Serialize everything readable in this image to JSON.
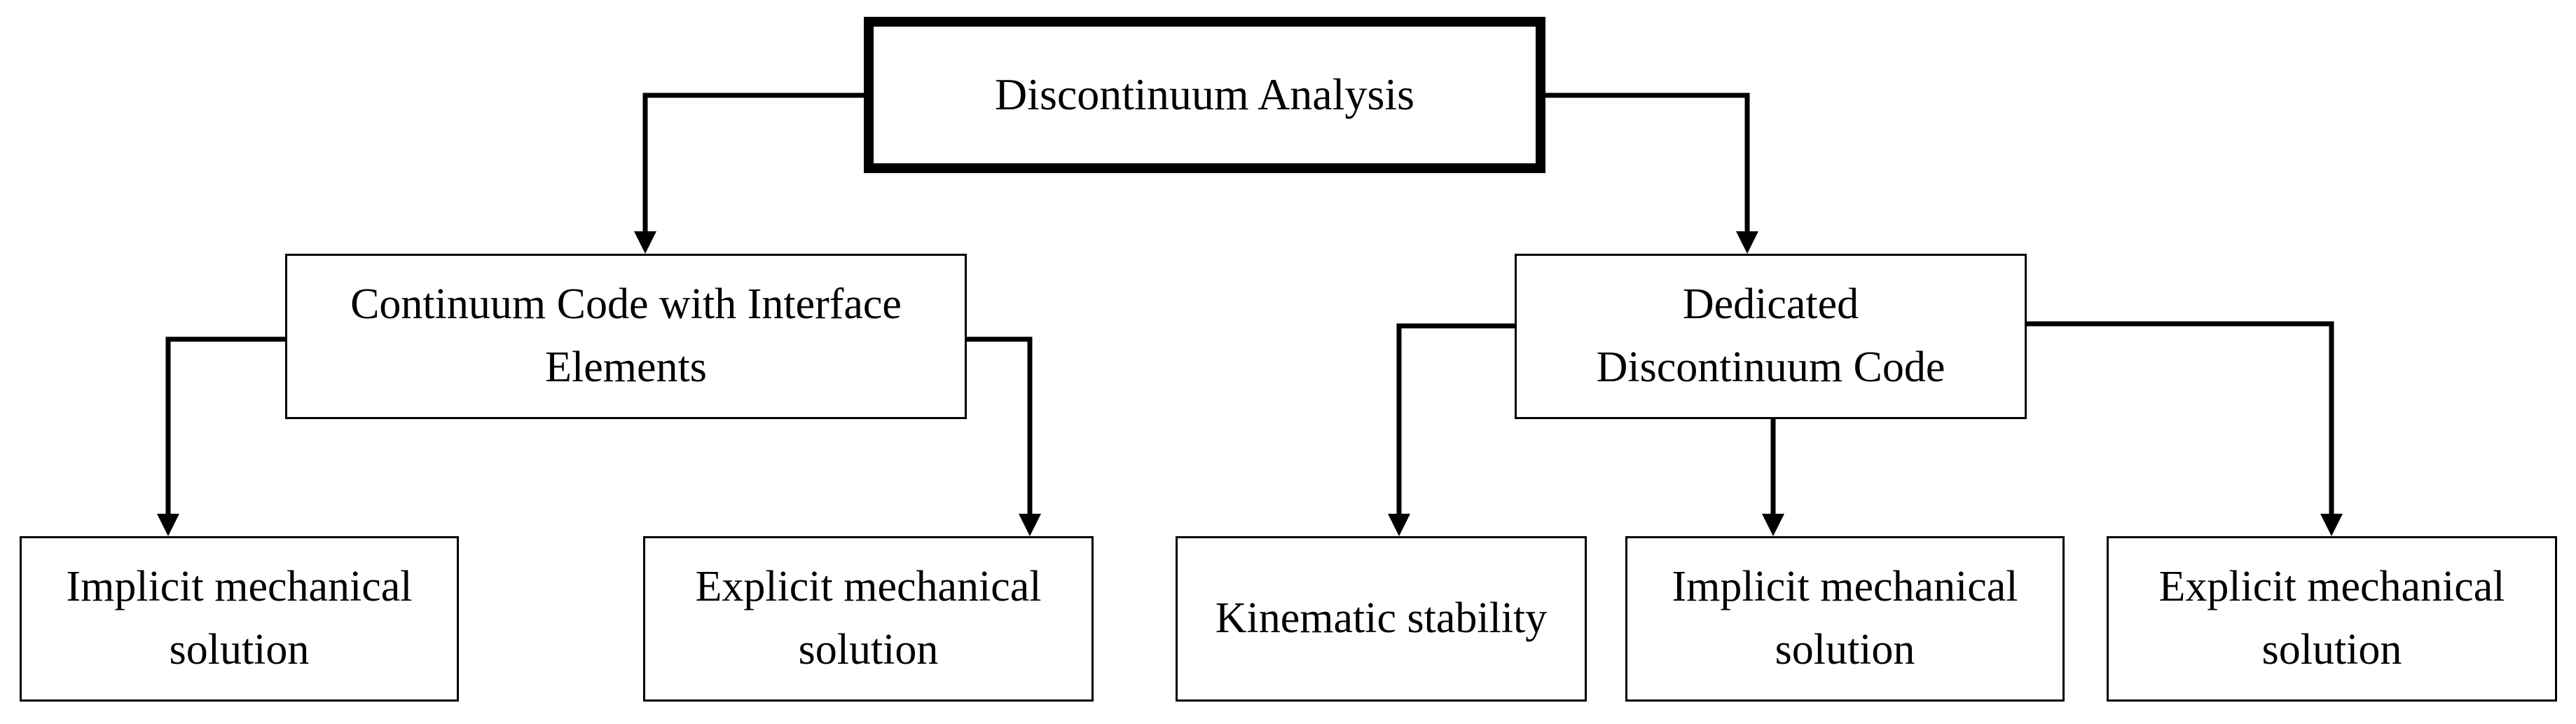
{
  "diagram": {
    "root": {
      "label": "Discontinuum Analysis"
    },
    "left_branch": {
      "label": "Continuum Code with Interface\nElements",
      "children": [
        {
          "label": "Implicit mechanical\nsolution"
        },
        {
          "label": "Explicit mechanical\nsolution"
        }
      ]
    },
    "right_branch": {
      "label": "Dedicated\nDiscontinuum Code",
      "children": [
        {
          "label": "Kinematic stability"
        },
        {
          "label": "Implicit mechanical\nsolution"
        },
        {
          "label": "Explicit mechanical\nsolution"
        }
      ]
    }
  },
  "colors": {
    "stroke": "#000000",
    "background": "#ffffff"
  }
}
